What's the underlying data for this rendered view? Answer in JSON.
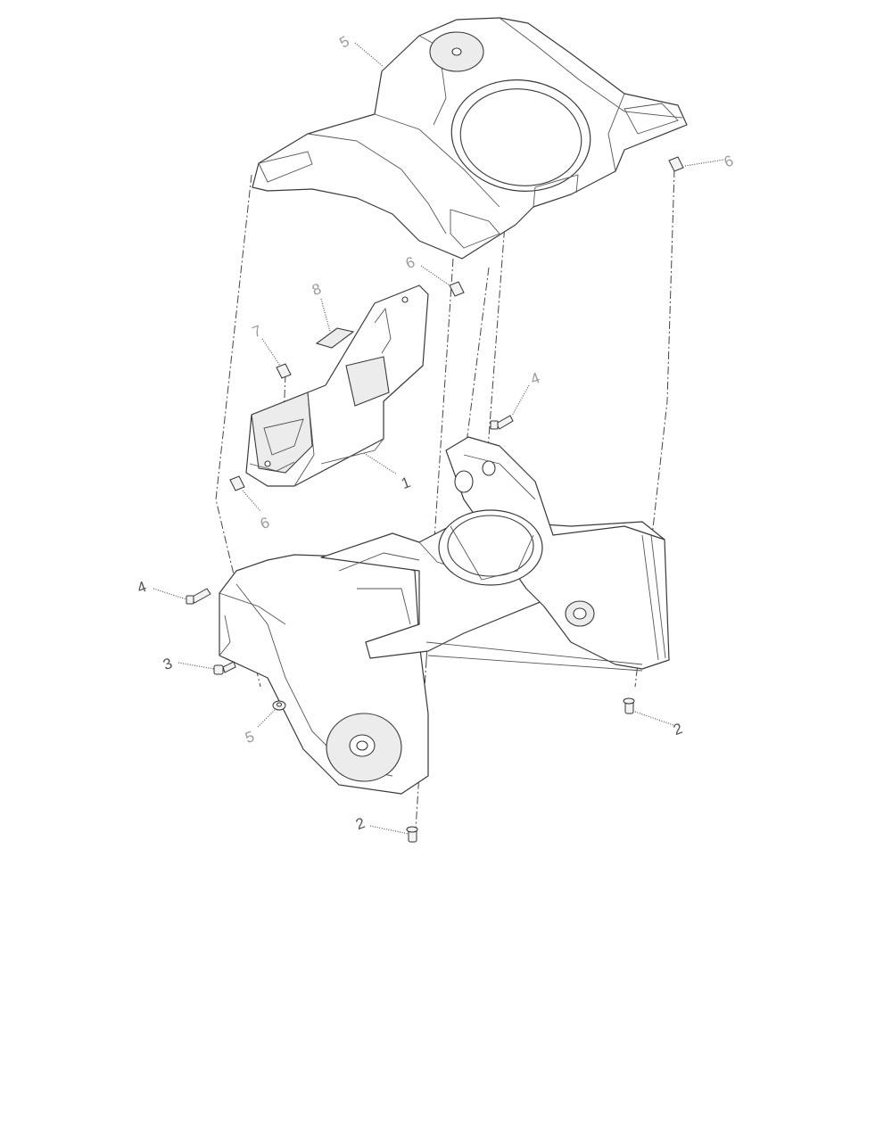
{
  "callouts": {
    "c1": "1",
    "c2_right": "2",
    "c2_bottom": "2",
    "c3": "3",
    "c4_left": "4",
    "c4_right": "4",
    "c5_left": "5",
    "c5_top": "5",
    "c6_top_right": "6",
    "c6_mid": "6",
    "c6_left": "6",
    "c7": "7",
    "c8": "8"
  },
  "colors": {
    "line": "#3a3a3a",
    "callout_text": "#555555",
    "callout_text_light": "#9a9a9a",
    "background": "#ffffff"
  }
}
